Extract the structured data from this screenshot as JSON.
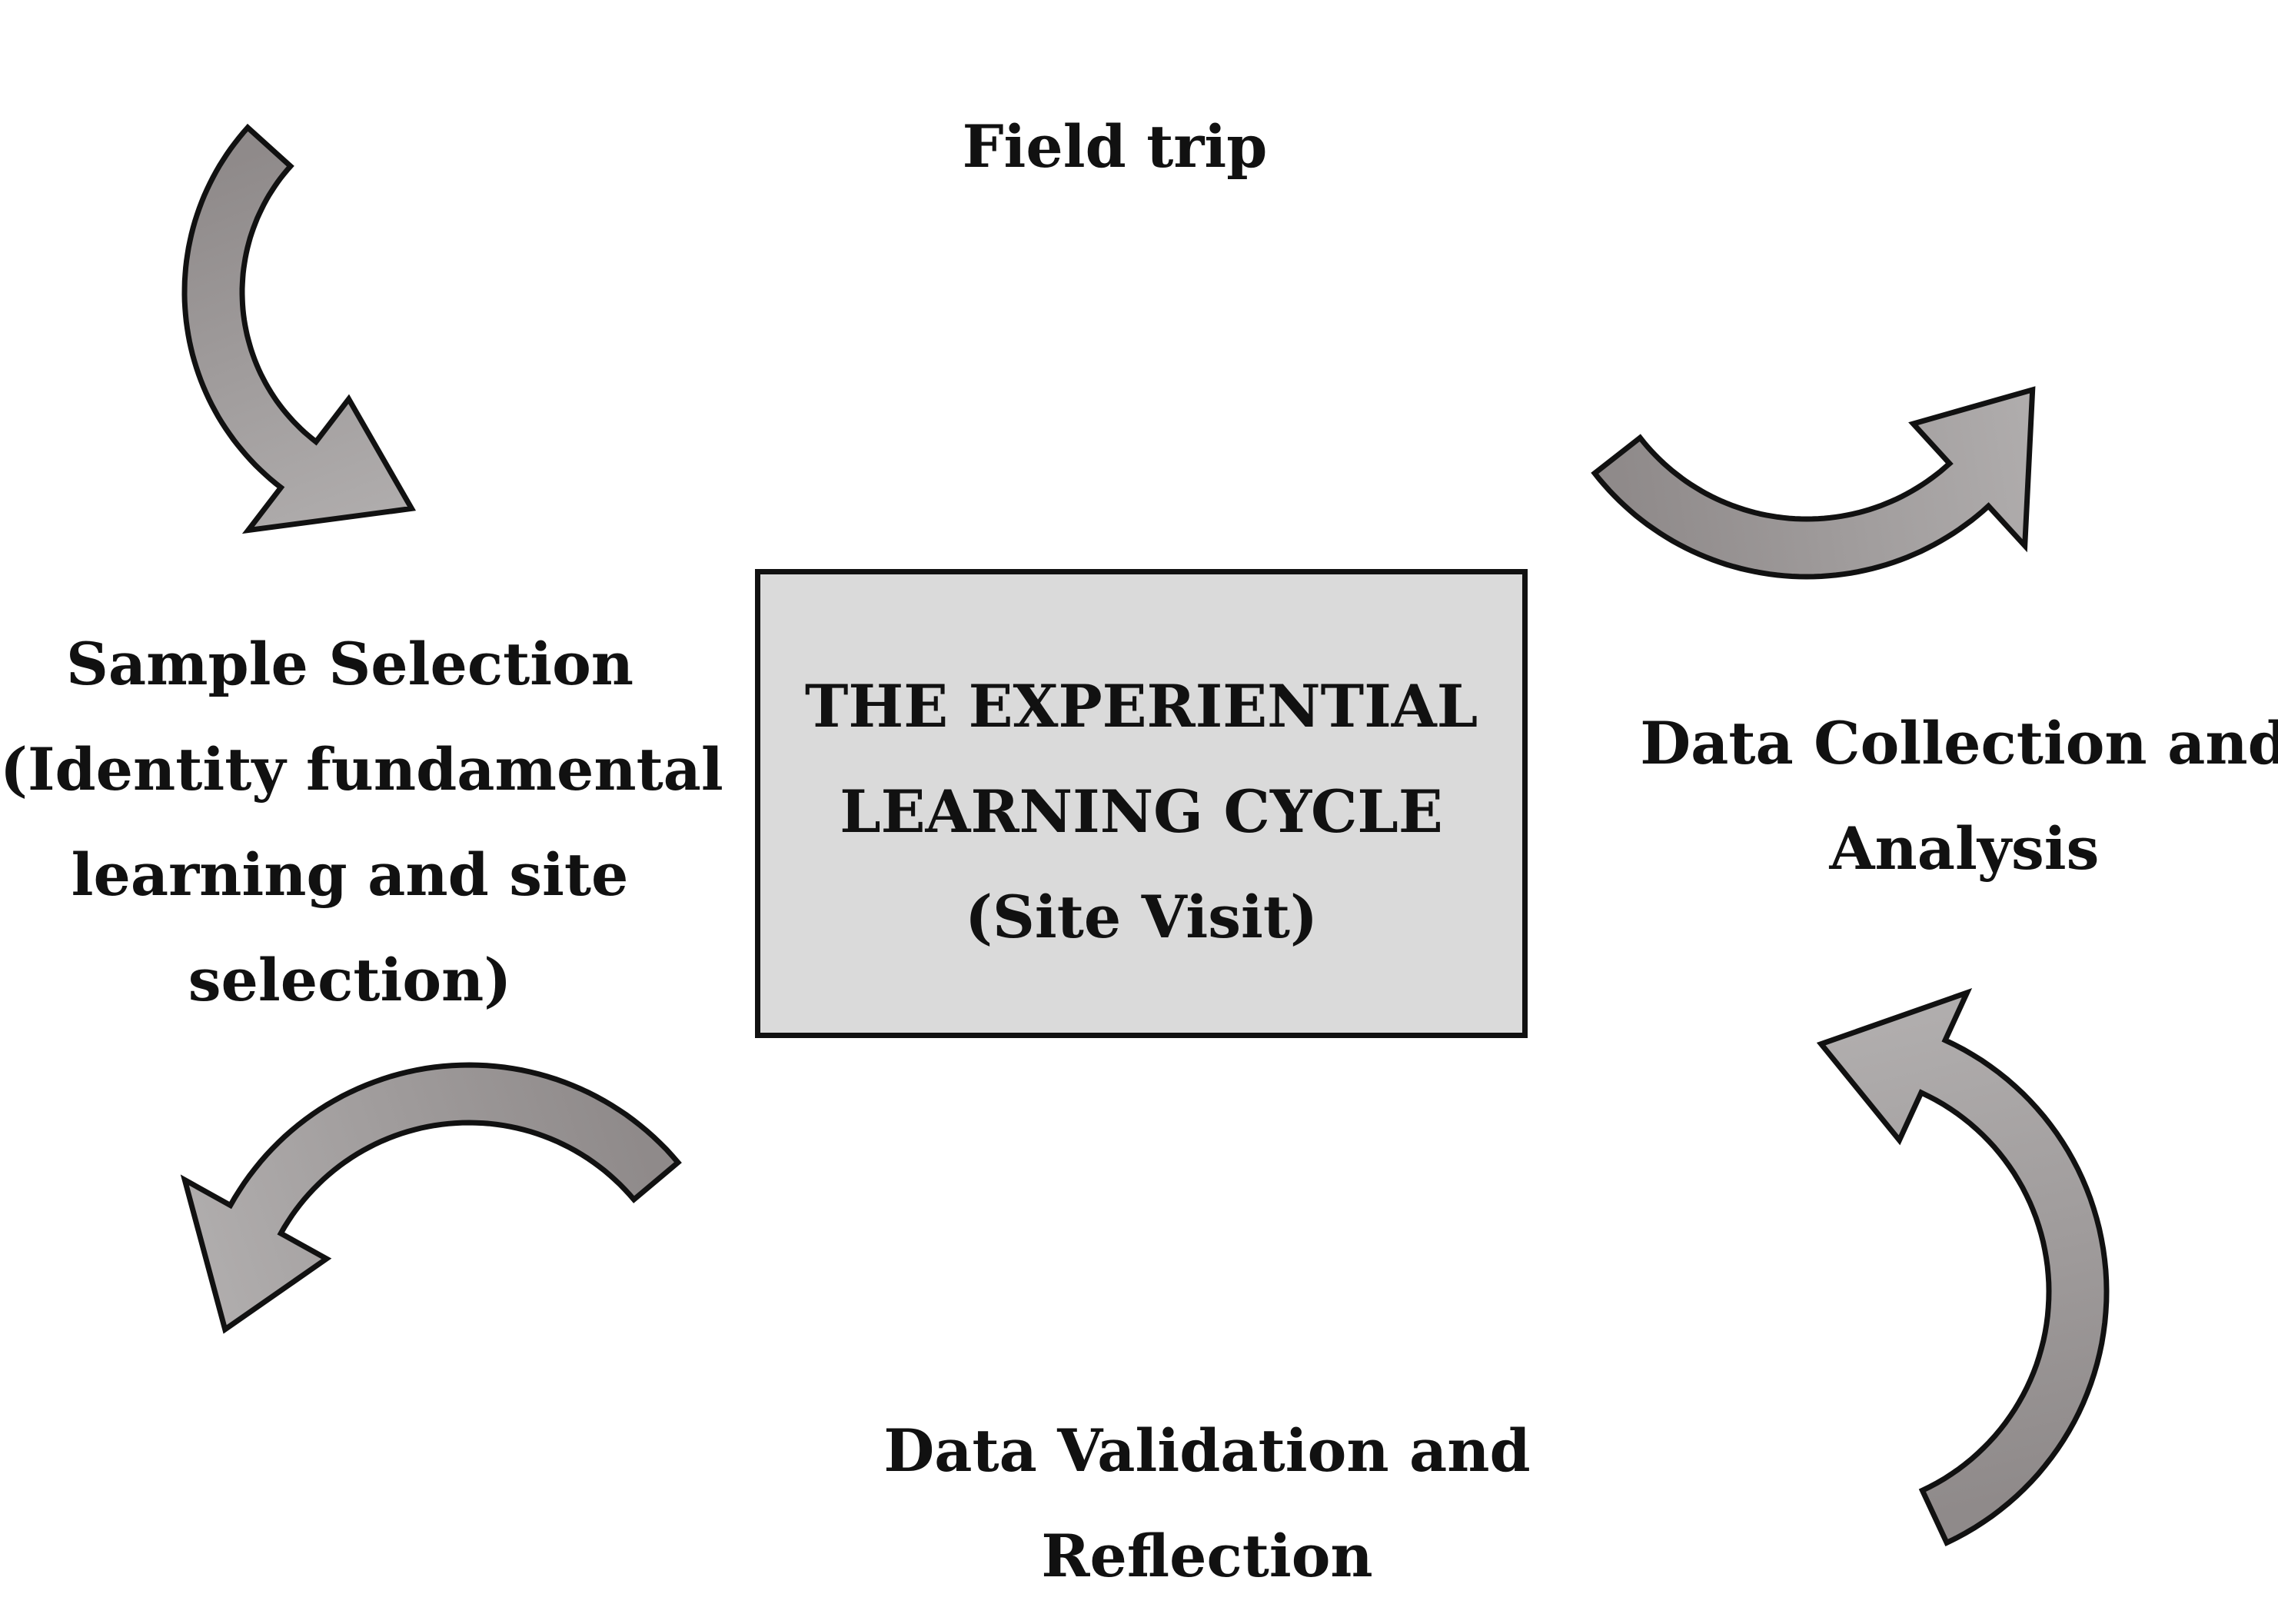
{
  "diagram": {
    "center": {
      "lines": [
        "THE EXPERIENTIAL",
        "LEARNING CYCLE",
        "(Site Visit)"
      ]
    },
    "stages": {
      "field_trip": {
        "lines": [
          "Field trip"
        ]
      },
      "data_collection": {
        "lines": [
          "Data Collection and",
          "Analysis"
        ]
      },
      "data_validation": {
        "lines": [
          "Data Validation and",
          "Reflection"
        ]
      },
      "sample_selection": {
        "lines": [
          "Sample Selection",
          "(Identity fundamental",
          "learning and site",
          "selection)"
        ]
      }
    },
    "colors": {
      "box_fill": "#dadada",
      "arrow_light": "#b0adad",
      "arrow_dark": "#8f8a8a",
      "outline": "#111111"
    }
  }
}
